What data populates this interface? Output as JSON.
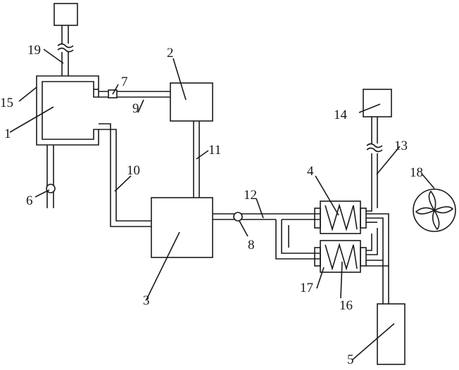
{
  "diagram": {
    "stroke_color": "#1a1a1a",
    "background": "#ffffff",
    "labels": {
      "l1": "1",
      "l2": "2",
      "l3": "3",
      "l4": "4",
      "l5": "5",
      "l6": "6",
      "l7": "7",
      "l8": "8",
      "l9": "9",
      "l10": "10",
      "l11": "11",
      "l12": "12",
      "l13": "13",
      "l14": "14",
      "l15": "15",
      "l16": "16",
      "l17": "17",
      "l18": "18",
      "l19": "19"
    }
  }
}
